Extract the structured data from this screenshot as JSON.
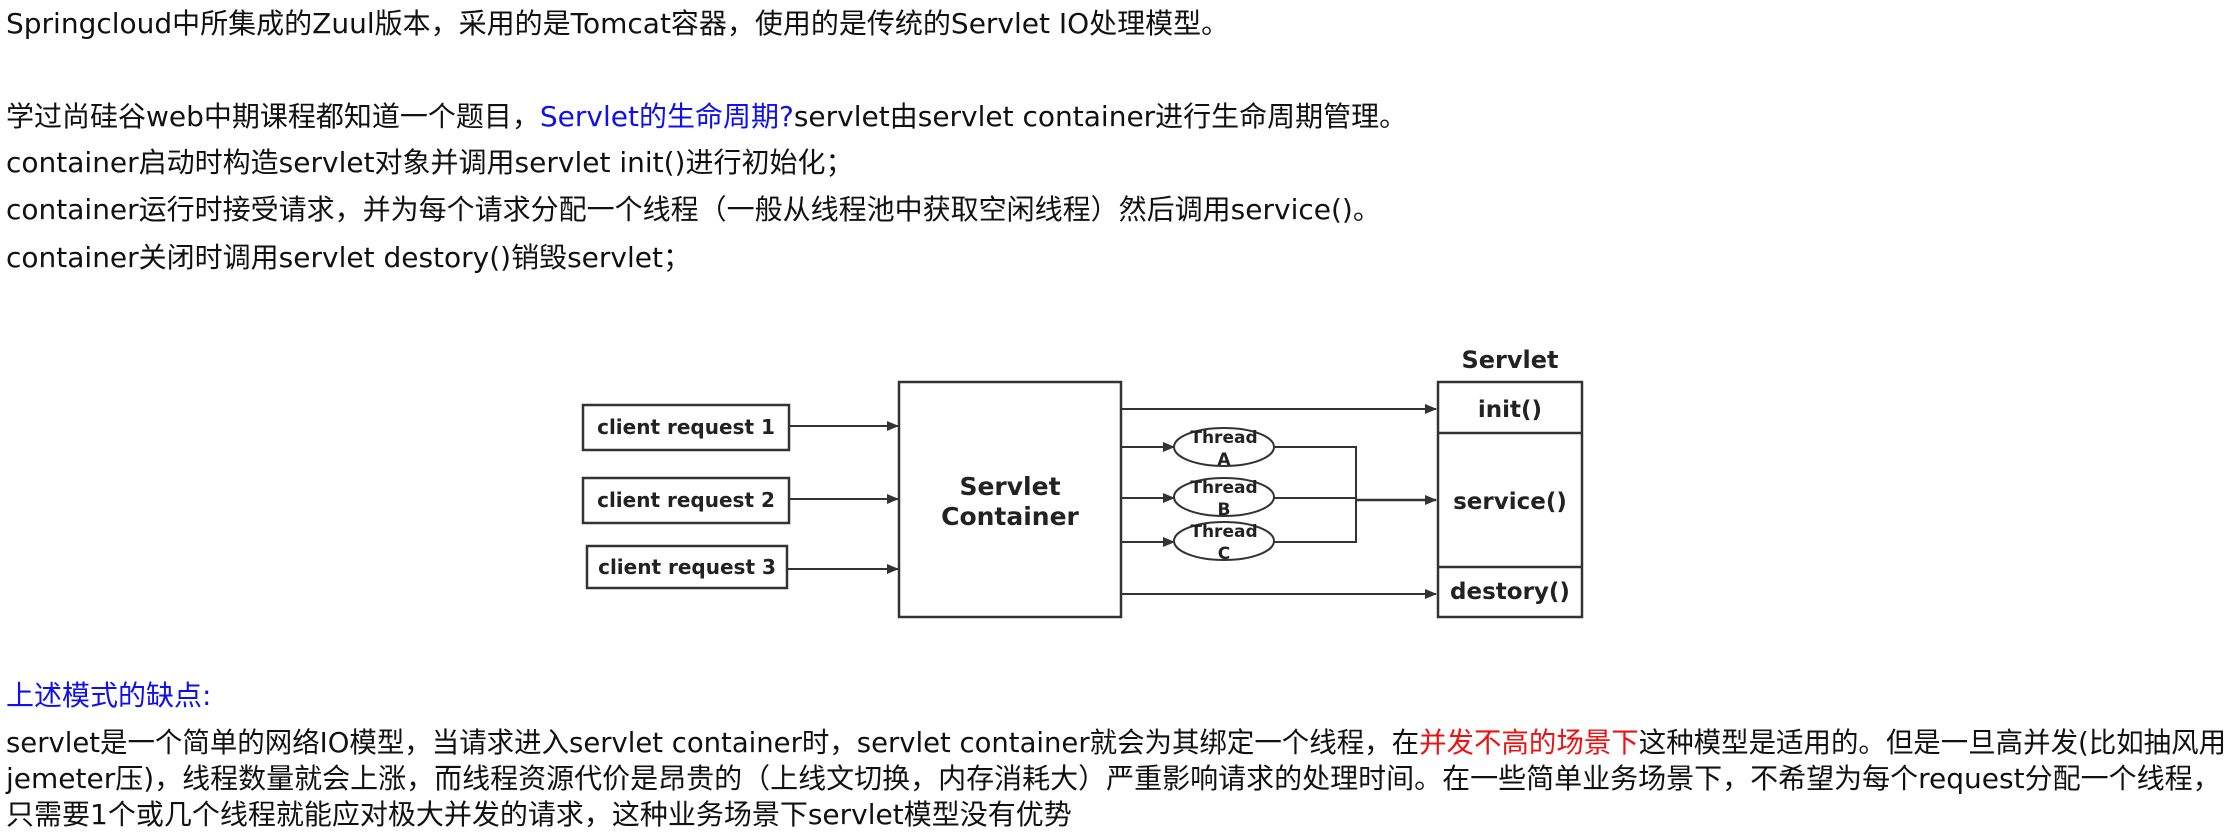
{
  "paragraphs": {
    "intro": "Springcloud中所集成的Zuul版本，采用的是Tomcat容器，使用的是传统的Servlet IO处理模型。",
    "lifecycle_prefix": "学过尚硅谷web中期课程都知道一个题目，",
    "lifecycle_link": "Servlet的生命周期?",
    "lifecycle_suffix": "servlet由servlet container进行生命周期管理。",
    "init_line": "container启动时构造servlet对象并调用servlet init()进行初始化；",
    "service_line": "container运行时接受请求，并为每个请求分配一个线程（一般从线程池中获取空闲线程）然后调用service()。",
    "destroy_line": "container关闭时调用servlet destory()销毁servlet；",
    "drawbacks_heading": "上述模式的缺点:",
    "drawbacks_line1_prefix": "servlet是一个简单的网络IO模型，当请求进入servlet container时，servlet container就会为其绑定一个线程，在",
    "drawbacks_line1_highlight": "并发不高的场景下",
    "drawbacks_line1_suffix": "这种模型是适用的。但是一旦高并发(比如抽风用",
    "drawbacks_line2": "jemeter压)，线程数量就会上涨，而线程资源代价是昂贵的（上线文切换，内存消耗大）严重影响请求的处理时间。在一些简单业务场景下，不希望为每个request分配一个线程，",
    "drawbacks_line3": "只需要1个或几个线程就能应对极大并发的请求，这种业务场景下servlet模型没有优势"
  },
  "diagram": {
    "client_requests": [
      "client request 1",
      "client request 2",
      "client request 3"
    ],
    "container_line1": "Servlet",
    "container_line2": "Container",
    "threads": [
      {
        "top": "Thread",
        "bottom": "A"
      },
      {
        "top": "Thread",
        "bottom": "B"
      },
      {
        "top": "Thread",
        "bottom": "C"
      }
    ],
    "servlet_title": "Servlet",
    "servlet_methods": [
      "init()",
      "service()",
      "destory()"
    ]
  },
  "colors": {
    "link_blue": "#1010ee",
    "highlight_red": "#ee1111"
  }
}
